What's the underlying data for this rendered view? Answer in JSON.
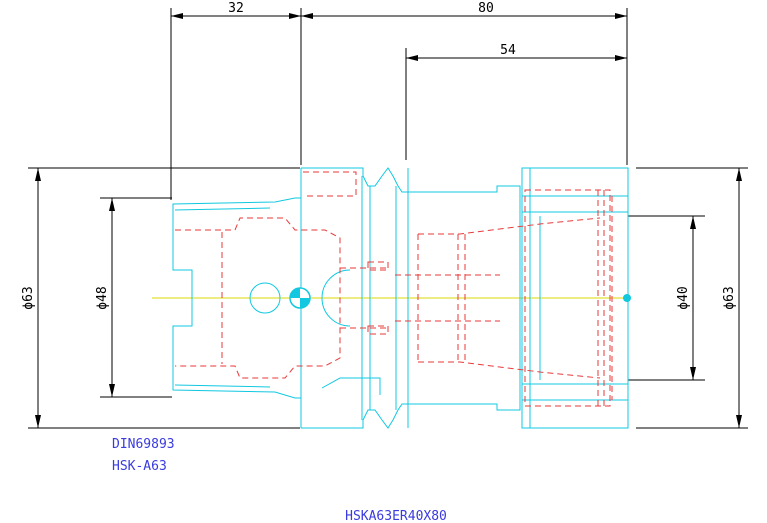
{
  "dimensions": {
    "top_left": "32",
    "top_right": "80",
    "top_inner": "54",
    "left_outer": "ϕ63",
    "left_inner": "ϕ48",
    "right_inner": "ϕ40",
    "right_outer": "ϕ63"
  },
  "notes": {
    "standard": "DIN69893",
    "taper": "HSK-A63"
  },
  "part_code": "HSKA63ER40X80",
  "colors": {
    "dimension": "#000000",
    "outline": "#11c8e0",
    "hidden": "#e83a3a",
    "centerline": "#d8d800",
    "note_text": "#3a3adf"
  }
}
